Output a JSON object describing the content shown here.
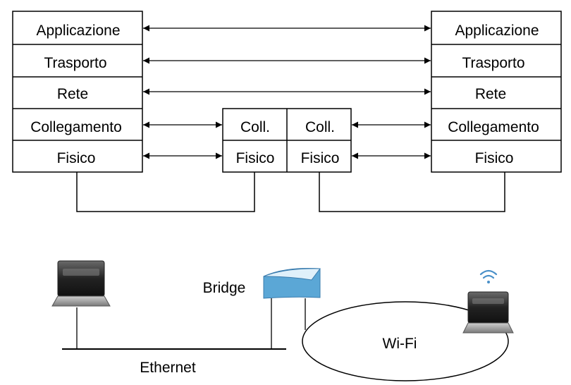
{
  "left_stack": {
    "layers": [
      "Applicazione",
      "Trasporto",
      "Rete",
      "Collegamento",
      "Fisico"
    ]
  },
  "right_stack": {
    "layers": [
      "Applicazione",
      "Trasporto",
      "Rete",
      "Collegamento",
      "Fisico"
    ]
  },
  "bridge_stack": {
    "left_column": [
      "Coll.",
      "Fisico"
    ],
    "right_column": [
      "Coll.",
      "Fisico"
    ]
  },
  "network": {
    "bridge_label": "Bridge",
    "ethernet_label": "Ethernet",
    "wifi_label": "Wi-Fi"
  },
  "colors": {
    "line": "#000000",
    "bridge_fill": "#5ba7d6",
    "bridge_top": "#dff0fa",
    "wifi_icon": "#4a90c8",
    "laptop_body": "#3a3a3a"
  }
}
